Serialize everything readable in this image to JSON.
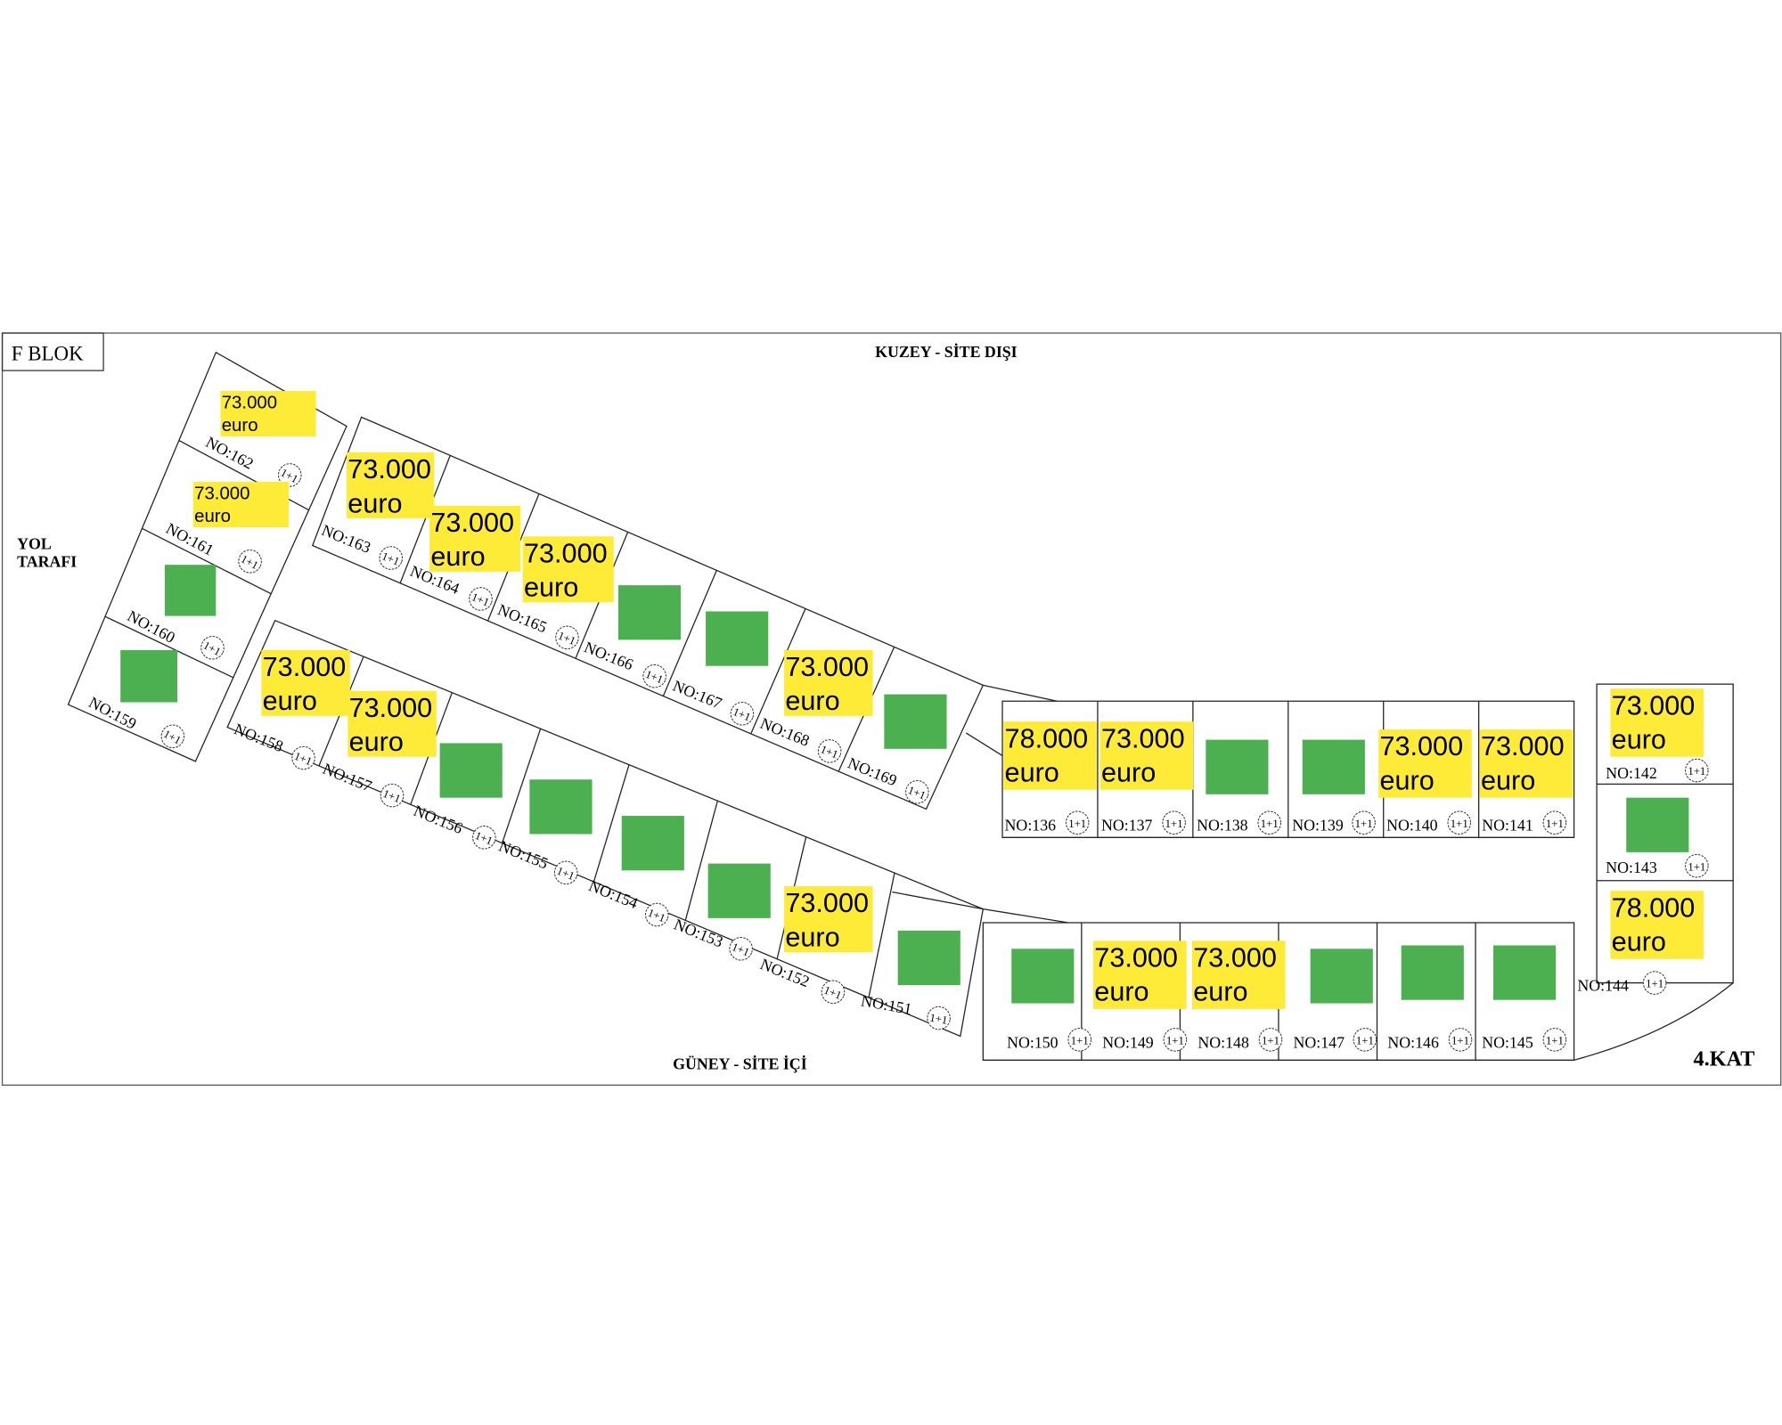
{
  "title": "F BLOK",
  "north_label": "KUZEY - SİTE DIŞI",
  "south_label": "GÜNEY - SİTE İÇİ",
  "west_label": [
    "YOL",
    "TARAFI"
  ],
  "floor_label": "4.KAT",
  "colors": {
    "available": "#fdeb37",
    "sold": "#4caf50"
  },
  "units": [
    {
      "no": "NO:162",
      "type": "1+1",
      "status": "available",
      "price": "73.000",
      "currency": "euro"
    },
    {
      "no": "NO:161",
      "type": "1+1",
      "status": "available",
      "price": "73.000",
      "currency": "euro"
    },
    {
      "no": "NO:160",
      "type": "1+1",
      "status": "sold"
    },
    {
      "no": "NO:159",
      "type": "1+1",
      "status": "sold"
    },
    {
      "no": "NO:163",
      "type": "1+1",
      "status": "available",
      "price": "73.000",
      "currency": "euro"
    },
    {
      "no": "NO:164",
      "type": "1+1",
      "status": "available",
      "price": "73.000",
      "currency": "euro"
    },
    {
      "no": "NO:165",
      "type": "1+1",
      "status": "available",
      "price": "73.000",
      "currency": "euro"
    },
    {
      "no": "NO:166",
      "type": "1+1",
      "status": "sold"
    },
    {
      "no": "NO:167",
      "type": "1+1",
      "status": "sold"
    },
    {
      "no": "NO:168",
      "type": "1+1",
      "status": "available",
      "price": "73.000",
      "currency": "euro"
    },
    {
      "no": "NO:169",
      "type": "1+1",
      "status": "sold"
    },
    {
      "no": "NO:158",
      "type": "1+1",
      "status": "available",
      "price": "73.000",
      "currency": "euro"
    },
    {
      "no": "NO:157",
      "type": "1+1",
      "status": "available",
      "price": "73.000",
      "currency": "euro"
    },
    {
      "no": "NO:156",
      "type": "1+1",
      "status": "sold"
    },
    {
      "no": "NO:155",
      "type": "1+1",
      "status": "sold"
    },
    {
      "no": "NO:154",
      "type": "1+1",
      "status": "sold"
    },
    {
      "no": "NO:153",
      "type": "1+1",
      "status": "sold"
    },
    {
      "no": "NO:152",
      "type": "1+1",
      "status": "available",
      "price": "73.000",
      "currency": "euro"
    },
    {
      "no": "NO:151",
      "type": "1+1",
      "status": "sold"
    },
    {
      "no": "NO:136",
      "type": "1+1",
      "status": "available",
      "price": "78.000",
      "currency": "euro"
    },
    {
      "no": "NO:137",
      "type": "1+1",
      "status": "available",
      "price": "73.000",
      "currency": "euro"
    },
    {
      "no": "NO:138",
      "type": "1+1",
      "status": "sold"
    },
    {
      "no": "NO:139",
      "type": "1+1",
      "status": "sold"
    },
    {
      "no": "NO:140",
      "type": "1+1",
      "status": "available",
      "price": "73.000",
      "currency": "euro"
    },
    {
      "no": "NO:141",
      "type": "1+1",
      "status": "available",
      "price": "73.000",
      "currency": "euro"
    },
    {
      "no": "NO:150",
      "type": "1+1",
      "status": "sold"
    },
    {
      "no": "NO:149",
      "type": "1+1",
      "status": "available",
      "price": "73.000",
      "currency": "euro"
    },
    {
      "no": "NO:148",
      "type": "1+1",
      "status": "available",
      "price": "73.000",
      "currency": "euro"
    },
    {
      "no": "NO:147",
      "type": "1+1",
      "status": "sold"
    },
    {
      "no": "NO:146",
      "type": "1+1",
      "status": "sold"
    },
    {
      "no": "NO:145",
      "type": "1+1",
      "status": "sold"
    },
    {
      "no": "NO:142",
      "type": "1+1",
      "status": "available",
      "price": "73.000",
      "currency": "euro"
    },
    {
      "no": "NO:143",
      "type": "1+1",
      "status": "sold"
    },
    {
      "no": "NO:144",
      "type": "1+1",
      "status": "available",
      "price": "78.000",
      "currency": "euro"
    }
  ]
}
